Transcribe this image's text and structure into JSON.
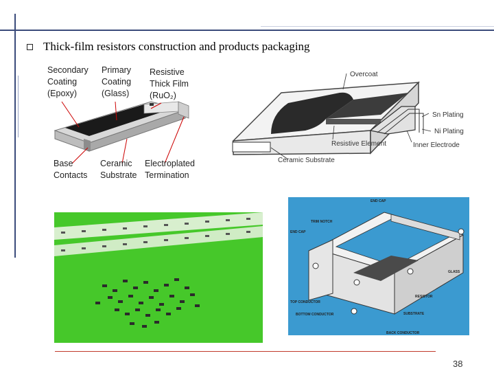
{
  "slide": {
    "bullet_text": "Thick-film resistors construction and products packaging",
    "page_number": "38"
  },
  "fig1": {
    "labels": {
      "secondary_coating": "Secondary\nCoating\n(Epoxy)",
      "primary_coating": "Primary\nCoating\n(Glass)",
      "resistive_film": "Resistive\nThick Film\n(RuO₂)",
      "base_contacts": "Base\nContacts",
      "ceramic_substrate": "Ceramic\nSubstrate",
      "electroplated_termination": "Electroplated\nTermination"
    }
  },
  "fig2": {
    "labels": {
      "overcoat": "Overcoat",
      "sn_plating": "Sn Plating",
      "ni_plating": "Ni Plating",
      "resistive_element": "Resistive Element",
      "inner_electrode": "Inner Electrode",
      "ceramic_substrate": "Ceramic Substrate"
    }
  },
  "fig4": {
    "labels": {
      "end_cap_top": "END CAP",
      "trim_notch": "TRIM NOTCH",
      "end_cap_left": "END CAP",
      "glass": "GLASS",
      "resistor": "RESISTOR",
      "top_conductor": "TOP CONDUCTOR",
      "bottom_conductor": "BOTTOM CONDUCTOR",
      "substrate": "SUBSTRATE",
      "back_conductor": "BACK CONDUCTOR"
    }
  },
  "colors": {
    "accent_blue": "#1f3d8a",
    "footer_red": "#c0392b",
    "photo_green": "#46c82a",
    "diagram_blue": "#3b9ad0"
  }
}
